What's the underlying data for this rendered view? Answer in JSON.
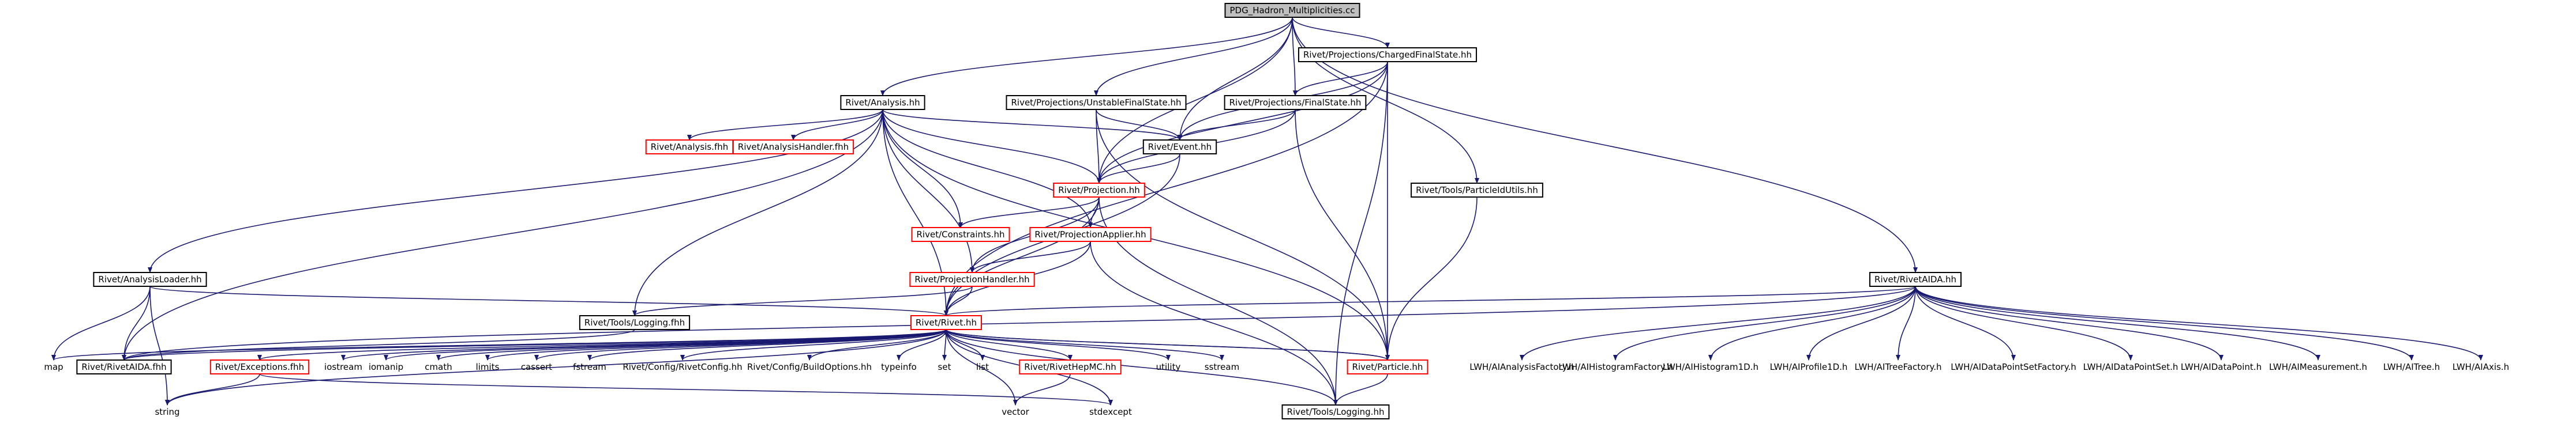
{
  "colors": {
    "edge": "#191970",
    "box_black": "#000000",
    "box_red": "#ff0000",
    "root_fill": "#bfbfbf",
    "text": "#000000",
    "background": "#ffffff"
  },
  "nodes": [
    {
      "id": "root",
      "label": "PDG_Hadron_Multiplicities.cc",
      "style": "root"
    },
    {
      "id": "cfs",
      "label": "Rivet/Projections/ChargedFinalState.hh",
      "style": "box"
    },
    {
      "id": "analysis",
      "label": "Rivet/Analysis.hh",
      "style": "box"
    },
    {
      "id": "ufs",
      "label": "Rivet/Projections/UnstableFinalState.hh",
      "style": "box"
    },
    {
      "id": "fs",
      "label": "Rivet/Projections/FinalState.hh",
      "style": "box"
    },
    {
      "id": "analysisfhh",
      "label": "Rivet/Analysis.fhh",
      "style": "red"
    },
    {
      "id": "ahandler",
      "label": "Rivet/AnalysisHandler.fhh",
      "style": "red"
    },
    {
      "id": "event",
      "label": "Rivet/Event.hh",
      "style": "box"
    },
    {
      "id": "putils",
      "label": "Rivet/Tools/ParticleIdUtils.hh",
      "style": "box"
    },
    {
      "id": "projection",
      "label": "Rivet/Projection.hh",
      "style": "red"
    },
    {
      "id": "constraints",
      "label": "Rivet/Constraints.hh",
      "style": "red"
    },
    {
      "id": "papplier",
      "label": "Rivet/ProjectionApplier.hh",
      "style": "red"
    },
    {
      "id": "rivetaida",
      "label": "Rivet/RivetAIDA.hh",
      "style": "box"
    },
    {
      "id": "aloader",
      "label": "Rivet/AnalysisLoader.hh",
      "style": "box"
    },
    {
      "id": "phandler",
      "label": "Rivet/ProjectionHandler.hh",
      "style": "red"
    },
    {
      "id": "loggingfhh",
      "label": "Rivet/Tools/Logging.fhh",
      "style": "box"
    },
    {
      "id": "rivethh",
      "label": "Rivet/Rivet.hh",
      "style": "red"
    },
    {
      "id": "map",
      "label": "map",
      "style": "plain"
    },
    {
      "id": "rivetaidafhh",
      "label": "Rivet/RivetAIDA.fhh",
      "style": "box"
    },
    {
      "id": "exceptions",
      "label": "Rivet/Exceptions.fhh",
      "style": "red"
    },
    {
      "id": "iostream",
      "label": "iostream",
      "style": "plain"
    },
    {
      "id": "iomanip",
      "label": "iomanip",
      "style": "plain"
    },
    {
      "id": "cmath",
      "label": "cmath",
      "style": "plain"
    },
    {
      "id": "limits",
      "label": "limits",
      "style": "plain"
    },
    {
      "id": "cassert",
      "label": "cassert",
      "style": "plain"
    },
    {
      "id": "fstream",
      "label": "fstream",
      "style": "plain"
    },
    {
      "id": "rivetconfig",
      "label": "Rivet/Config/RivetConfig.hh",
      "style": "plain"
    },
    {
      "id": "buildoptions",
      "label": "Rivet/Config/BuildOptions.hh",
      "style": "plain"
    },
    {
      "id": "typeinfo",
      "label": "typeinfo",
      "style": "plain"
    },
    {
      "id": "set",
      "label": "set",
      "style": "plain"
    },
    {
      "id": "list",
      "label": "list",
      "style": "plain"
    },
    {
      "id": "rivethepmc",
      "label": "Rivet/RivetHepMC.hh",
      "style": "red"
    },
    {
      "id": "utility",
      "label": "utility",
      "style": "plain"
    },
    {
      "id": "sstream",
      "label": "sstream",
      "style": "plain"
    },
    {
      "id": "particle",
      "label": "Rivet/Particle.hh",
      "style": "red"
    },
    {
      "id": "logginghh",
      "label": "Rivet/Tools/Logging.hh",
      "style": "box"
    },
    {
      "id": "string",
      "label": "string",
      "style": "plain"
    },
    {
      "id": "vector",
      "label": "vector",
      "style": "plain"
    },
    {
      "id": "stdexcept",
      "label": "stdexcept",
      "style": "plain"
    },
    {
      "id": "iafactory",
      "label": "LWH/AIAnalysisFactory.h",
      "style": "plain"
    },
    {
      "id": "ihfactory",
      "label": "LWH/AIHistogramFactory.h",
      "style": "plain"
    },
    {
      "id": "ih1d",
      "label": "LWH/AIHistogram1D.h",
      "style": "plain"
    },
    {
      "id": "ip1d",
      "label": "LWH/AIProfile1D.h",
      "style": "plain"
    },
    {
      "id": "itfactory",
      "label": "LWH/AITreeFactory.h",
      "style": "plain"
    },
    {
      "id": "idpsfactory",
      "label": "LWH/AIDataPointSetFactory.h",
      "style": "plain"
    },
    {
      "id": "idps",
      "label": "LWH/AIDataPointSet.h",
      "style": "plain"
    },
    {
      "id": "idp",
      "label": "LWH/AIDataPoint.h",
      "style": "plain"
    },
    {
      "id": "imeas",
      "label": "LWH/AIMeasurement.h",
      "style": "plain"
    },
    {
      "id": "itree",
      "label": "LWH/AITree.h",
      "style": "plain"
    },
    {
      "id": "iaxis",
      "label": "LWH/AIAxis.h",
      "style": "plain"
    }
  ],
  "edges": [
    [
      "root",
      "cfs"
    ],
    [
      "root",
      "analysis"
    ],
    [
      "root",
      "ufs"
    ],
    [
      "root",
      "fs"
    ],
    [
      "root",
      "putils"
    ],
    [
      "root",
      "rivetaida"
    ],
    [
      "root",
      "event"
    ],
    [
      "root",
      "projection"
    ],
    [
      "cfs",
      "fs"
    ],
    [
      "cfs",
      "event"
    ],
    [
      "cfs",
      "projection"
    ],
    [
      "cfs",
      "rivethh"
    ],
    [
      "cfs",
      "particle"
    ],
    [
      "cfs",
      "logginghh"
    ],
    [
      "analysis",
      "analysisfhh"
    ],
    [
      "analysis",
      "ahandler"
    ],
    [
      "analysis",
      "event"
    ],
    [
      "analysis",
      "projection"
    ],
    [
      "analysis",
      "constraints"
    ],
    [
      "analysis",
      "papplier"
    ],
    [
      "analysis",
      "aloader"
    ],
    [
      "analysis",
      "phandler"
    ],
    [
      "analysis",
      "loggingfhh"
    ],
    [
      "analysis",
      "rivethh"
    ],
    [
      "analysis",
      "rivetaidafhh"
    ],
    [
      "analysis",
      "particle"
    ],
    [
      "ufs",
      "event"
    ],
    [
      "ufs",
      "projection"
    ],
    [
      "ufs",
      "particle"
    ],
    [
      "fs",
      "event"
    ],
    [
      "fs",
      "projection"
    ],
    [
      "fs",
      "particle"
    ],
    [
      "event",
      "projection"
    ],
    [
      "event",
      "rivethh"
    ],
    [
      "putils",
      "particle"
    ],
    [
      "projection",
      "constraints"
    ],
    [
      "projection",
      "papplier"
    ],
    [
      "projection",
      "phandler"
    ],
    [
      "projection",
      "rivethh"
    ],
    [
      "projection",
      "logginghh"
    ],
    [
      "papplier",
      "phandler"
    ],
    [
      "papplier",
      "rivethh"
    ],
    [
      "papplier",
      "logginghh"
    ],
    [
      "phandler",
      "rivethh"
    ],
    [
      "phandler",
      "loggingfhh"
    ],
    [
      "aloader",
      "rivethh"
    ],
    [
      "aloader",
      "map"
    ],
    [
      "aloader",
      "string"
    ],
    [
      "aloader",
      "rivetaidafhh"
    ],
    [
      "loggingfhh",
      "rivetaidafhh"
    ],
    [
      "rivetaida",
      "rivethh"
    ],
    [
      "rivetaida",
      "rivetaidafhh"
    ],
    [
      "rivetaida",
      "iafactory"
    ],
    [
      "rivetaida",
      "ihfactory"
    ],
    [
      "rivetaida",
      "ih1d"
    ],
    [
      "rivetaida",
      "ip1d"
    ],
    [
      "rivetaida",
      "itfactory"
    ],
    [
      "rivetaida",
      "idpsfactory"
    ],
    [
      "rivetaida",
      "idps"
    ],
    [
      "rivetaida",
      "idp"
    ],
    [
      "rivetaida",
      "imeas"
    ],
    [
      "rivetaida",
      "itree"
    ],
    [
      "rivetaida",
      "iaxis"
    ],
    [
      "rivethh",
      "map"
    ],
    [
      "rivethh",
      "rivetaidafhh"
    ],
    [
      "rivethh",
      "exceptions"
    ],
    [
      "rivethh",
      "iostream"
    ],
    [
      "rivethh",
      "iomanip"
    ],
    [
      "rivethh",
      "cmath"
    ],
    [
      "rivethh",
      "limits"
    ],
    [
      "rivethh",
      "cassert"
    ],
    [
      "rivethh",
      "fstream"
    ],
    [
      "rivethh",
      "rivetconfig"
    ],
    [
      "rivethh",
      "buildoptions"
    ],
    [
      "rivethh",
      "typeinfo"
    ],
    [
      "rivethh",
      "set"
    ],
    [
      "rivethh",
      "list"
    ],
    [
      "rivethh",
      "rivethepmc"
    ],
    [
      "rivethh",
      "utility"
    ],
    [
      "rivethh",
      "sstream"
    ],
    [
      "rivethh",
      "particle"
    ],
    [
      "rivethh",
      "logginghh"
    ],
    [
      "rivethh",
      "string"
    ],
    [
      "rivethh",
      "vector"
    ],
    [
      "rivethh",
      "stdexcept"
    ],
    [
      "exceptions",
      "string"
    ],
    [
      "exceptions",
      "stdexcept"
    ],
    [
      "rivethepmc",
      "vector"
    ],
    [
      "particle",
      "rivethh"
    ],
    [
      "particle",
      "logginghh"
    ]
  ]
}
